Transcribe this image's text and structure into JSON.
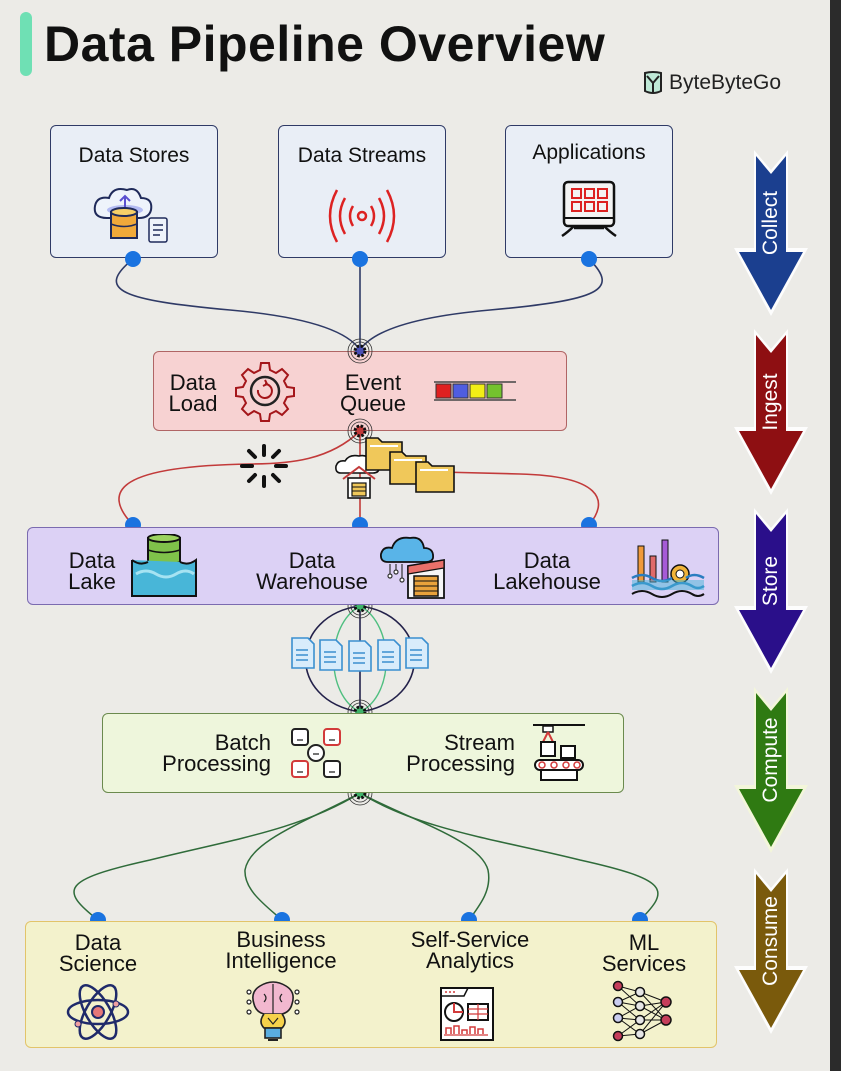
{
  "header": {
    "title": "Data Pipeline Overview",
    "brand": "ByteByteGo",
    "accent_color": "#6fe0b4"
  },
  "stages": [
    {
      "label": "Collect",
      "color": "#1b3f8f"
    },
    {
      "label": "Ingest",
      "color": "#8e0f12"
    },
    {
      "label": "Store",
      "color": "#2a0f8a"
    },
    {
      "label": "Compute",
      "color": "#2f7a12"
    },
    {
      "label": "Consume",
      "color": "#7a5a0c"
    }
  ],
  "collect": {
    "sources": [
      {
        "label": "Data Stores",
        "icon": "cloud-database-icon"
      },
      {
        "label": "Data Streams",
        "icon": "broadcast-signal-icon"
      },
      {
        "label": "Applications",
        "icon": "app-grid-icon"
      }
    ]
  },
  "ingest": {
    "items": [
      {
        "label_line1": "Data",
        "label_line2": "Load",
        "icon": "gear-refresh-icon"
      },
      {
        "label_line1": "Event",
        "label_line2": "Queue",
        "icon": "queue-icon"
      }
    ],
    "queue_colors": [
      "#e02020",
      "#4f5de0",
      "#f2ee16",
      "#74c22e"
    ]
  },
  "store": {
    "items": [
      {
        "label_line1": "Data",
        "label_line2": "Lake",
        "icon": "database-water-icon"
      },
      {
        "label_line1": "Data",
        "label_line2": "Warehouse",
        "icon": "cloud-warehouse-icon"
      },
      {
        "label_line1": "Data",
        "label_line2": "Lakehouse",
        "icon": "chart-gear-water-icon"
      }
    ]
  },
  "compute": {
    "items": [
      {
        "label_line1": "Batch",
        "label_line2": "Processing",
        "icon": "batch-nodes-icon"
      },
      {
        "label_line1": "Stream",
        "label_line2": "Processing",
        "icon": "conveyor-icon"
      }
    ]
  },
  "consume": {
    "items": [
      {
        "label_line1": "Data",
        "label_line2": "Science",
        "icon": "atom-icon"
      },
      {
        "label_line1": "Business",
        "label_line2": "Intelligence",
        "icon": "brain-bulb-icon"
      },
      {
        "label_line1": "Self-Service",
        "label_line2": "Analytics",
        "icon": "dashboard-icon"
      },
      {
        "label_line1": "ML",
        "label_line2": "Services",
        "icon": "neural-network-icon"
      }
    ]
  }
}
